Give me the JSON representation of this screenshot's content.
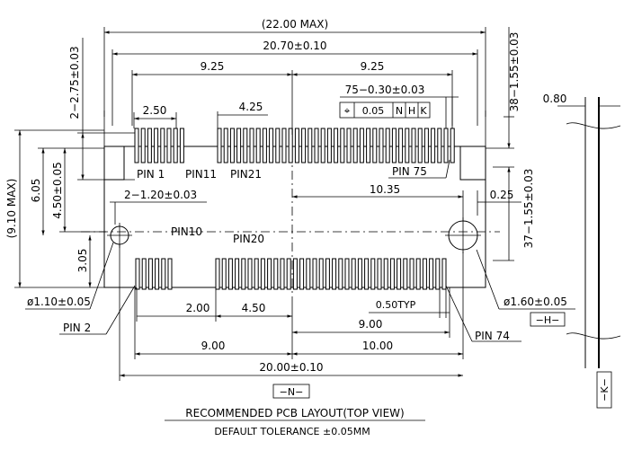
{
  "dims": {
    "overall_max": "(22.00 MAX)",
    "width_2070": "20.70±0.10",
    "span_925_left": "9.25",
    "span_925_right": "9.25",
    "pitch_250": "2.50",
    "span_425": "4.25",
    "pad_width": "75−0.30±0.03",
    "tolerance_frame": {
      "symbol": "⌖",
      "value": "0.05",
      "datums": [
        "N",
        "H",
        "K"
      ]
    },
    "right_top": "38−1.55±0.03",
    "right_bottom": "37−1.55±0.03",
    "left_top": "2−2.75±0.03",
    "height_max": "(9.10 MAX)",
    "h_605": "6.05",
    "h_450": "4.50±0.05",
    "h_305": "3.05",
    "holes_120": "2−1.20±0.03",
    "span_1035": "10.35",
    "offset_025": "0.25",
    "bottom_200": "2.00",
    "bottom_450": "4.50",
    "pitch_050": "0.50TYP",
    "bottom_900_right": "9.00",
    "bottom_900_left": "9.00",
    "bottom_1000": "10.00",
    "width_2000": "20.00±0.10",
    "hole_small": "ø1.10±0.05",
    "hole_large": "ø1.60±0.05",
    "side_080": "0.80"
  },
  "datums": {
    "n": "−N−",
    "h": "−H−",
    "k": "−K−"
  },
  "pins": {
    "pin1": "PIN  1",
    "pin11": "PIN11",
    "pin21": "PIN21",
    "pin75": "PIN  75",
    "pin10": "PIN10",
    "pin20": "PIN20",
    "pin2": "PIN  2",
    "pin74": "PIN  74"
  },
  "captions": {
    "title": "RECOMMENDED  PCB  LAYOUT(TOP  VIEW)",
    "subtitle": "DEFAULT  TOLERANCE  ±0.05MM"
  }
}
